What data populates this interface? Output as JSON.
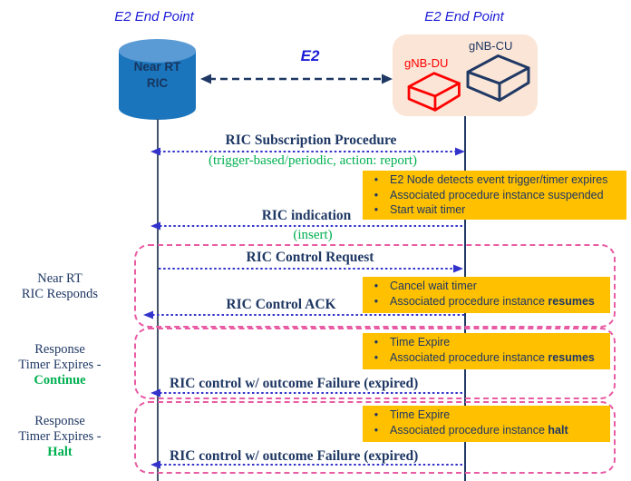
{
  "endpoints": {
    "left_title": "E2 End Point",
    "right_title": "E2 End Point",
    "left_node": {
      "line1": "Near RT",
      "line2": "RIC"
    },
    "right_node": {
      "du": "gNB-DU",
      "cu": "gNB-CU"
    },
    "interface_label": "E2"
  },
  "messages": {
    "subscription": "RIC Subscription Procedure",
    "subscription_note": "(trigger-based/periodic, action: report)",
    "indication": "RIC indication",
    "indication_note": "(insert)",
    "control_request": "RIC Control Request",
    "control_ack": "RIC Control ACK",
    "failure_continue": "RIC control w/ outcome Failure (expired)",
    "failure_halt": "RIC control w/ outcome Failure (expired)"
  },
  "notes": [
    {
      "lines": [
        {
          "pre": "E2 Node detects event trigger/timer expires",
          "bold": ""
        },
        {
          "pre": "Associated procedure instance suspended",
          "bold": ""
        },
        {
          "pre": "Start wait timer",
          "bold": ""
        }
      ]
    },
    {
      "lines": [
        {
          "pre": "Cancel wait timer",
          "bold": ""
        },
        {
          "pre": "Associated procedure instance ",
          "bold": "resumes"
        }
      ]
    },
    {
      "lines": [
        {
          "pre": "Time Expire",
          "bold": ""
        },
        {
          "pre": "Associated procedure instance ",
          "bold": "resumes"
        }
      ]
    },
    {
      "lines": [
        {
          "pre": "Time Expire",
          "bold": ""
        },
        {
          "pre": "Associated procedure instance ",
          "bold": "halt"
        }
      ]
    }
  ],
  "side_labels": [
    {
      "line1": "Near RT",
      "line2": "RIC Responds",
      "line3": ""
    },
    {
      "line1": "Response",
      "line2": "Timer Expires -",
      "line3": "Continue"
    },
    {
      "line1": "Response",
      "line2": "Timer Expires -",
      "line3": "Halt"
    }
  ],
  "colors": {
    "navy_text": "#1F3864",
    "blue_title": "#1C1CD6",
    "arrow_blue": "#3333CC",
    "green": "#00B050",
    "orange_note": "#FFC000",
    "pink_phase": "#E85CA4",
    "red_du": "#FF0000",
    "cylinder_body": "#1B75BC",
    "cylinder_top": "#5B9BD5",
    "node_bg": "#FBE5D6"
  }
}
